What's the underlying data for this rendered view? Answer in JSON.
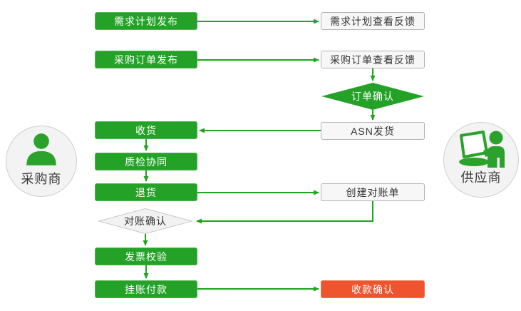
{
  "diagram": {
    "type": "flowchart",
    "theme_colors": {
      "green_box": "#24a228",
      "green_arrow": "#1ea51e",
      "red_box": "#f0542e",
      "white_box_bg": "#f7f7f7",
      "white_box_border": "#b5b5b5",
      "diamond_gray_bg": "#f2f2f2",
      "actor_circle_bg": "#f3f3f3",
      "text_dark": "#333333"
    }
  },
  "actors": {
    "buyer": {
      "label": "采购商",
      "icon": "person-bust-icon"
    },
    "supplier": {
      "label": "供应商",
      "icon": "person-with-laptop-icon"
    }
  },
  "nodes": {
    "demand_plan_publish": {
      "label": "需求计划发布",
      "shape": "rect-green"
    },
    "demand_plan_feedback": {
      "label": "需求计划查看反馈",
      "shape": "rect-white"
    },
    "po_publish": {
      "label": "采购订单发布",
      "shape": "rect-green"
    },
    "po_feedback": {
      "label": "采购订单查看反馈",
      "shape": "rect-white"
    },
    "order_confirm": {
      "label": "订单确认",
      "shape": "diamond-green"
    },
    "asn_ship": {
      "label": "ASN发货",
      "shape": "rect-white"
    },
    "receive_goods": {
      "label": "收货",
      "shape": "rect-green"
    },
    "quality_inspection": {
      "label": "质检协同",
      "shape": "rect-green"
    },
    "return_goods": {
      "label": "退货",
      "shape": "rect-green"
    },
    "create_statement": {
      "label": "创建对账单",
      "shape": "rect-white"
    },
    "statement_confirm": {
      "label": "对账确认",
      "shape": "diamond-gray"
    },
    "invoice_check": {
      "label": "发票校验",
      "shape": "rect-green"
    },
    "payment_on_account": {
      "label": "挂账付款",
      "shape": "rect-green"
    },
    "payment_confirm": {
      "label": "收款确认",
      "shape": "rect-red"
    }
  },
  "edges": [
    {
      "from": "需求计划发布",
      "to": "需求计划查看反馈"
    },
    {
      "from": "采购订单发布",
      "to": "采购订单查看反馈"
    },
    {
      "from": "采购订单查看反馈",
      "to": "订单确认"
    },
    {
      "from": "订单确认",
      "to": "ASN发货"
    },
    {
      "from": "ASN发货",
      "to": "收货"
    },
    {
      "from": "收货",
      "to": "质检协同"
    },
    {
      "from": "质检协同",
      "to": "退货"
    },
    {
      "from": "退货",
      "to": "创建对账单"
    },
    {
      "from": "创建对账单",
      "to": "对账确认"
    },
    {
      "from": "对账确认",
      "to": "发票校验"
    },
    {
      "from": "发票校验",
      "to": "挂账付款"
    },
    {
      "from": "挂账付款",
      "to": "收款确认"
    }
  ]
}
